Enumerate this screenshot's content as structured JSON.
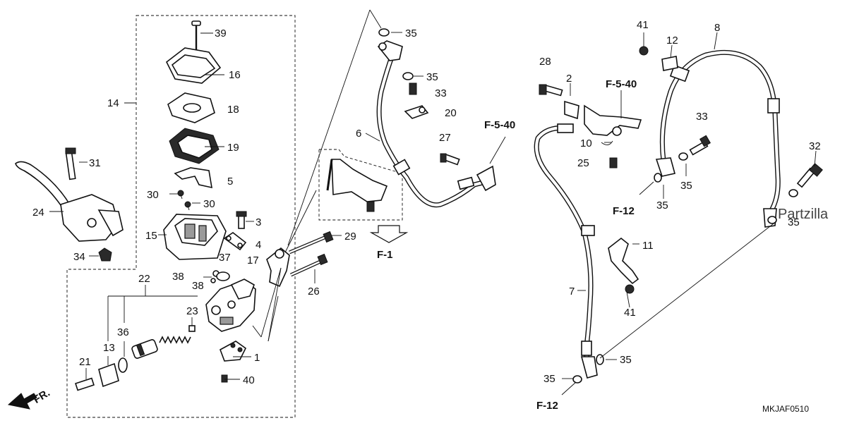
{
  "diagram": {
    "code": "MKJAF0510",
    "watermark": "Partzilla",
    "direction_label": "FR.",
    "part_numbers": {
      "p1": "1",
      "p2": "2",
      "p3": "3",
      "p4": "4",
      "p5": "5",
      "p6": "6",
      "p7": "7",
      "p8": "8",
      "p10": "10",
      "p11": "11",
      "p12": "12",
      "p13": "13",
      "p14": "14",
      "p15": "15",
      "p16": "16",
      "p17": "17",
      "p18": "18",
      "p19": "19",
      "p20": "20",
      "p21": "21",
      "p22": "22",
      "p23": "23",
      "p24": "24",
      "p25": "25",
      "p26": "26",
      "p27": "27",
      "p28": "28",
      "p29": "29",
      "p30": "30",
      "p31": "31",
      "p32": "32",
      "p33": "33",
      "p34": "34",
      "p35": "35",
      "p36": "36",
      "p37": "37",
      "p38": "38",
      "p39": "39",
      "p40": "40",
      "p41": "41"
    },
    "refs": {
      "f1": "F-1",
      "f540": "F-5-40",
      "f12": "F-12"
    }
  }
}
